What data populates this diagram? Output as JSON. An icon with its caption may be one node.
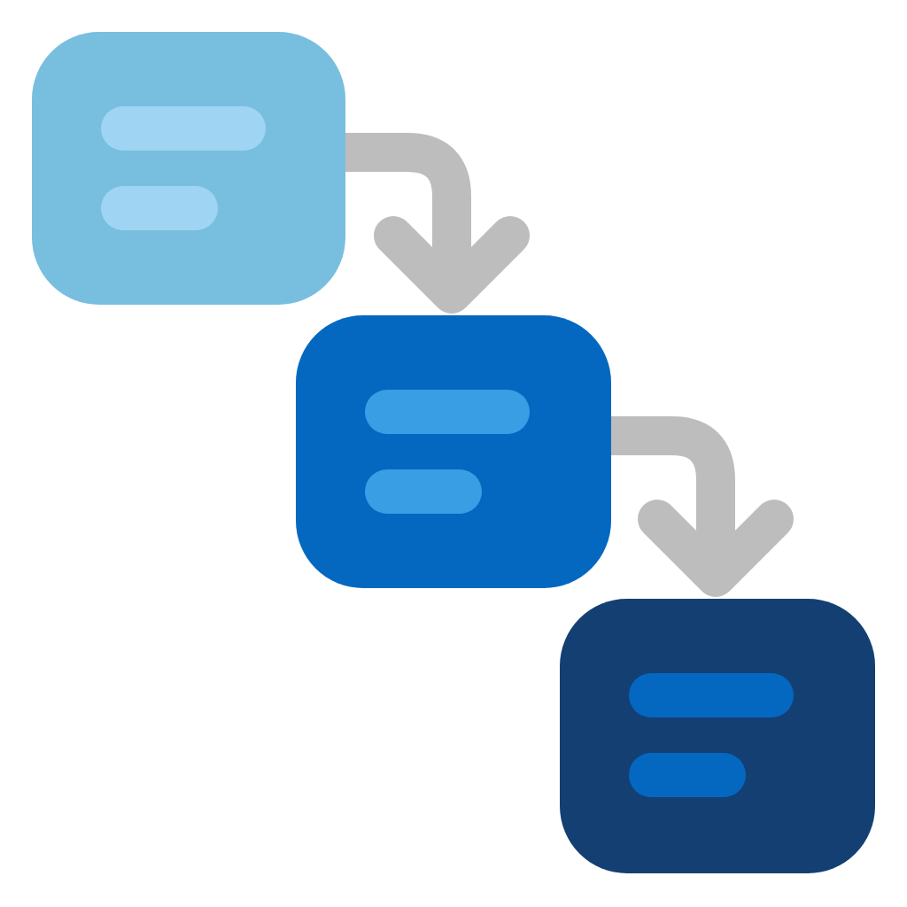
{
  "diagram": {
    "nodes": [
      {
        "text": [],
        "shape": "box"
      },
      {
        "text": [],
        "shape": "box"
      },
      {
        "text": [],
        "shape": "box"
      }
    ],
    "edges": [
      {
        "from": 0,
        "to": 1,
        "arrow": "to"
      },
      {
        "from": 1,
        "to": 2,
        "arrow": "to"
      }
    ]
  }
}
